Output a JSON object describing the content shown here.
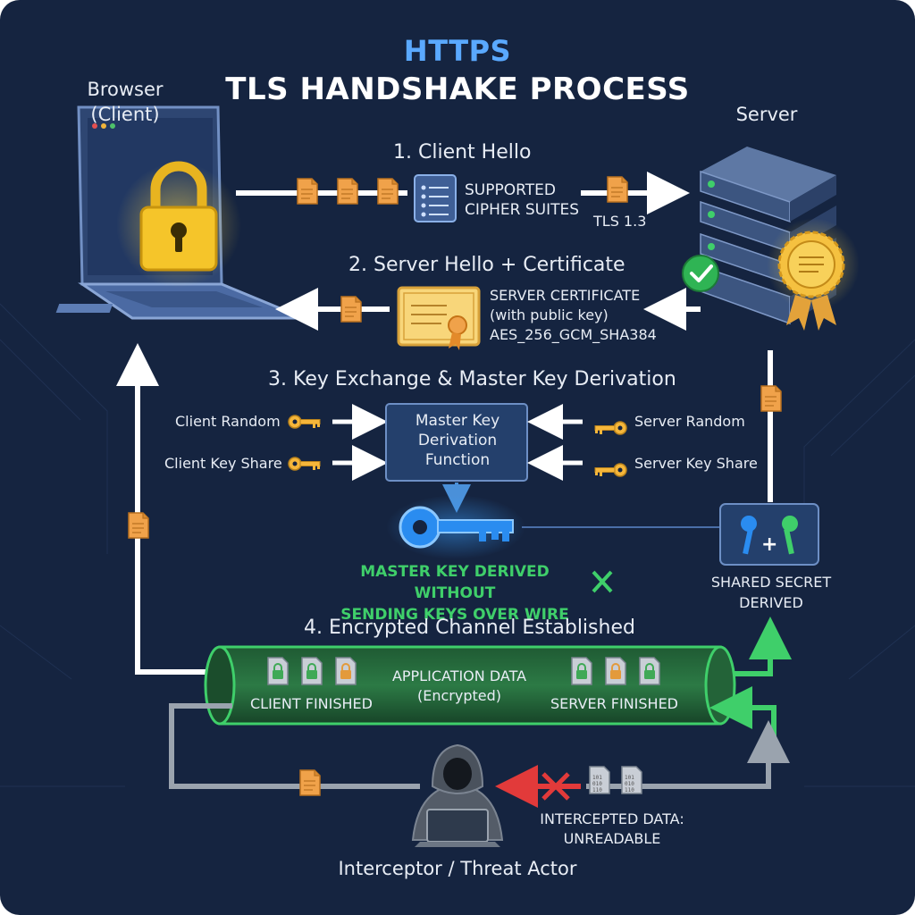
{
  "title": {
    "top": "HTTPS",
    "main": "TLS HANDSHAKE PROCESS"
  },
  "actors": {
    "browser": "Browser\n(Client)",
    "server": "Server",
    "interceptor": "Interceptor / Threat Actor"
  },
  "steps": {
    "client_hello": {
      "title": "1. Client Hello",
      "supported": "SUPPORTED\nCIPHER SUITES",
      "tls_version": "TLS 1.3"
    },
    "server_hello": {
      "title": "2. Server Hello + Certificate",
      "cert_text": "SERVER CERTIFICATE\n(with public key)\nAES_256_GCM_SHA384"
    },
    "key_exchange": {
      "title": "3. Key Exchange & Master Key Derivation",
      "client_random": "Client Random",
      "client_key_share": "Client Key Share",
      "server_random": "Server Random",
      "server_key_share": "Server Key Share",
      "kdf": "Master Key\nDerivation\nFunction",
      "master_key_note": "MASTER KEY DERIVED WITHOUT\nSENDING KEYS OVER WIRE",
      "shared_secret": "SHARED SECRET\nDERIVED"
    },
    "encrypted_channel": {
      "title": "4. Encrypted Channel Established",
      "client_finished": "CLIENT FINISHED",
      "app_data": "APPLICATION DATA\n(Encrypted)",
      "server_finished": "SERVER FINISHED"
    }
  },
  "interception": {
    "note": "INTERCEPTED DATA:\nUNREADABLE"
  },
  "colors": {
    "background": "#152440",
    "accent_blue": "#5aa9ff",
    "packet_orange": "#f0a24a",
    "key_gold": "#f5b63a",
    "tunnel_green": "#3fcf6a",
    "alert_red": "#e23a3a"
  }
}
